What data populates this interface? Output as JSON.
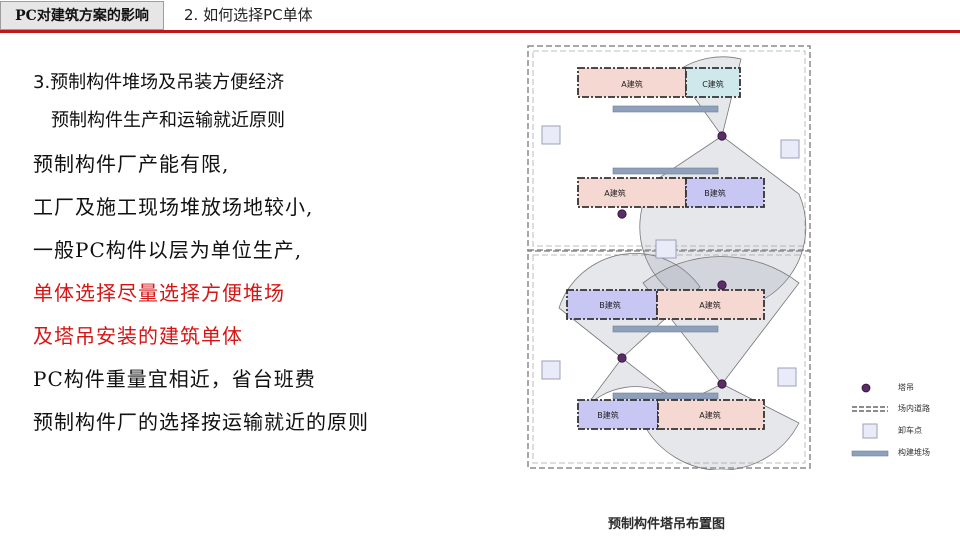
{
  "header": {
    "section_tab": "PC对建筑方案的影响",
    "subtitle": "2. 如何选择PC单体",
    "accent_color": "#c0171f"
  },
  "content": {
    "heading": "3.预制构件堆场及吊装方便经济",
    "subheading": "预制构件生产和运输就近原则",
    "lines": [
      "预制构件厂产能有限,",
      "工厂及施工现场堆放场地较小,",
      "一般PC构件以层为单位生产,",
      "单体选择尽量选择方便堆场",
      "及塔吊安装的建筑单体",
      "PC构件重量宜相近，省台班费",
      "预制构件厂的选择按运输就近的原则"
    ],
    "highlight_color": "#d61515"
  },
  "diagram": {
    "caption": "预制构件塔吊布置图",
    "building_labels": {
      "a_building": "A建筑",
      "b_building": "B建筑",
      "c_building": "C建筑"
    },
    "legend": {
      "tower_crane": "塔吊",
      "site_road": "场内道路",
      "unloading_point": "卸车点",
      "component_yard": "构建堆场"
    }
  }
}
